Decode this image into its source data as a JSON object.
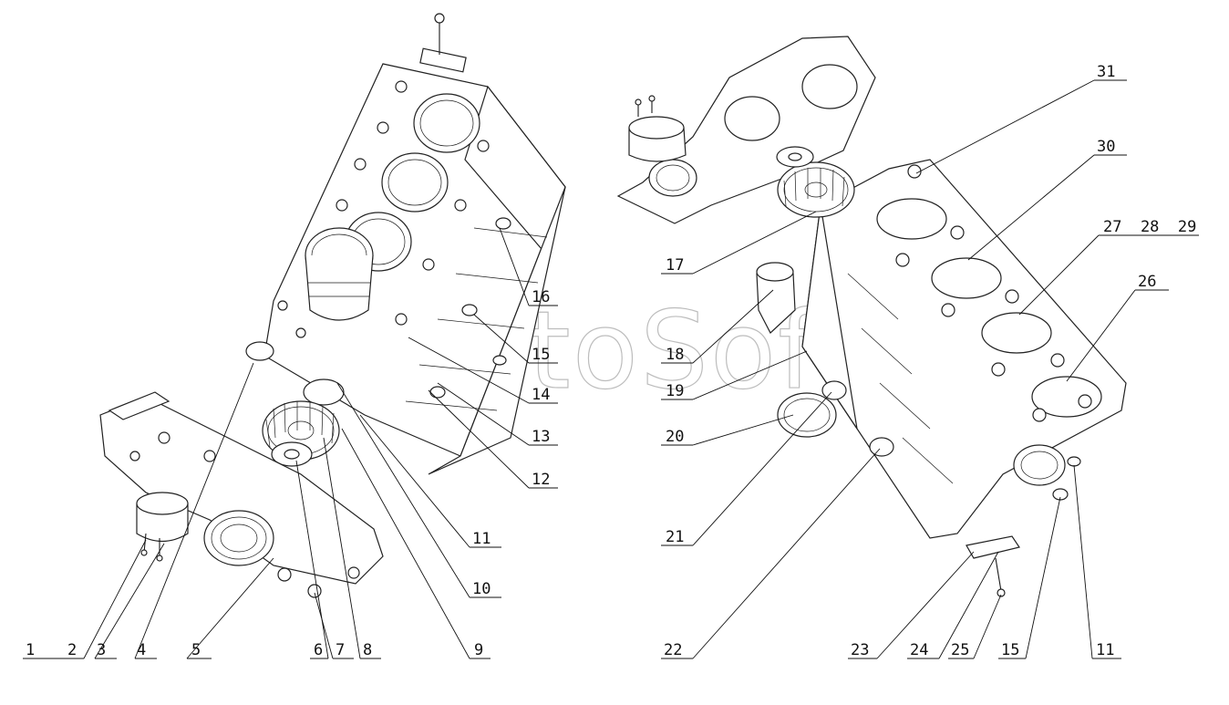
{
  "watermark": "AutoSoft",
  "callouts": [
    {
      "id": "1",
      "text": "1"
    },
    {
      "id": "2",
      "text": "2"
    },
    {
      "id": "3",
      "text": "3"
    },
    {
      "id": "4",
      "text": "4"
    },
    {
      "id": "5",
      "text": "5"
    },
    {
      "id": "6",
      "text": "6"
    },
    {
      "id": "7",
      "text": "7"
    },
    {
      "id": "8",
      "text": "8"
    },
    {
      "id": "9",
      "text": "9"
    },
    {
      "id": "10",
      "text": "10"
    },
    {
      "id": "11a",
      "text": "11"
    },
    {
      "id": "12",
      "text": "12"
    },
    {
      "id": "13",
      "text": "13"
    },
    {
      "id": "14",
      "text": "14"
    },
    {
      "id": "15a",
      "text": "15"
    },
    {
      "id": "16",
      "text": "16"
    },
    {
      "id": "17",
      "text": "17"
    },
    {
      "id": "18",
      "text": "18"
    },
    {
      "id": "19",
      "text": "19"
    },
    {
      "id": "20",
      "text": "20"
    },
    {
      "id": "21",
      "text": "21"
    },
    {
      "id": "22",
      "text": "22"
    },
    {
      "id": "23",
      "text": "23"
    },
    {
      "id": "24",
      "text": "24"
    },
    {
      "id": "25",
      "text": "25"
    },
    {
      "id": "15b",
      "text": "15"
    },
    {
      "id": "11b",
      "text": "11"
    },
    {
      "id": "26",
      "text": "26"
    },
    {
      "id": "27_28_29",
      "text": "27  28  29"
    },
    {
      "id": "30",
      "text": "30"
    },
    {
      "id": "31",
      "text": "31"
    }
  ]
}
